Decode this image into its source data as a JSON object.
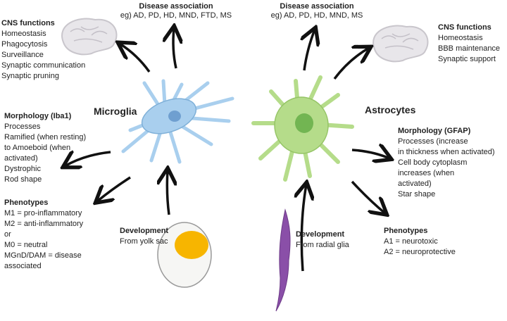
{
  "microglia": {
    "label": "Microglia",
    "disease": {
      "title": "Disease association",
      "text": "eg) AD, PD, HD, MND, FTD, MS"
    },
    "cns": {
      "title": "CNS functions",
      "items": [
        "Homeostasis",
        "Phagocytosis",
        "Surveillance",
        "Synaptic communication",
        "Synaptic pruning"
      ]
    },
    "morphology": {
      "title": "Morphology (Iba1)",
      "items": [
        "Processes",
        "Ramified (when resting)",
        "to Amoeboid (when",
        "activated)",
        "Dystrophic",
        "Rod shape"
      ]
    },
    "phenotypes": {
      "title": "Phenotypes",
      "items": [
        "M1 = pro-inflammatory",
        "M2 = anti-inflammatory",
        "or",
        "M0 = neutral",
        "MGnD/DAM = disease",
        "associated"
      ]
    },
    "development": {
      "title": "Development",
      "text": "From yolk sac"
    },
    "color": "#a9cfee"
  },
  "astrocytes": {
    "label": "Astrocytes",
    "disease": {
      "title": "Disease association",
      "text": "eg) AD, PD, HD, MND, MS"
    },
    "cns": {
      "title": "CNS functions",
      "items": [
        "Homeostasis",
        "BBB maintenance",
        "Synaptic support"
      ]
    },
    "morphology": {
      "title": "Morphology (GFAP)",
      "items": [
        "Processes (increase",
        "in thickness when activated)",
        "Cell body cytoplasm",
        "increases (when",
        "activated)",
        "Star shape"
      ]
    },
    "phenotypes": {
      "title": "Phenotypes",
      "items": [
        "A1 = neurotoxic",
        "A2 = neuroprotective"
      ]
    },
    "development": {
      "title": "Development",
      "text": "From radial glia"
    },
    "color": "#b5dc8a"
  }
}
